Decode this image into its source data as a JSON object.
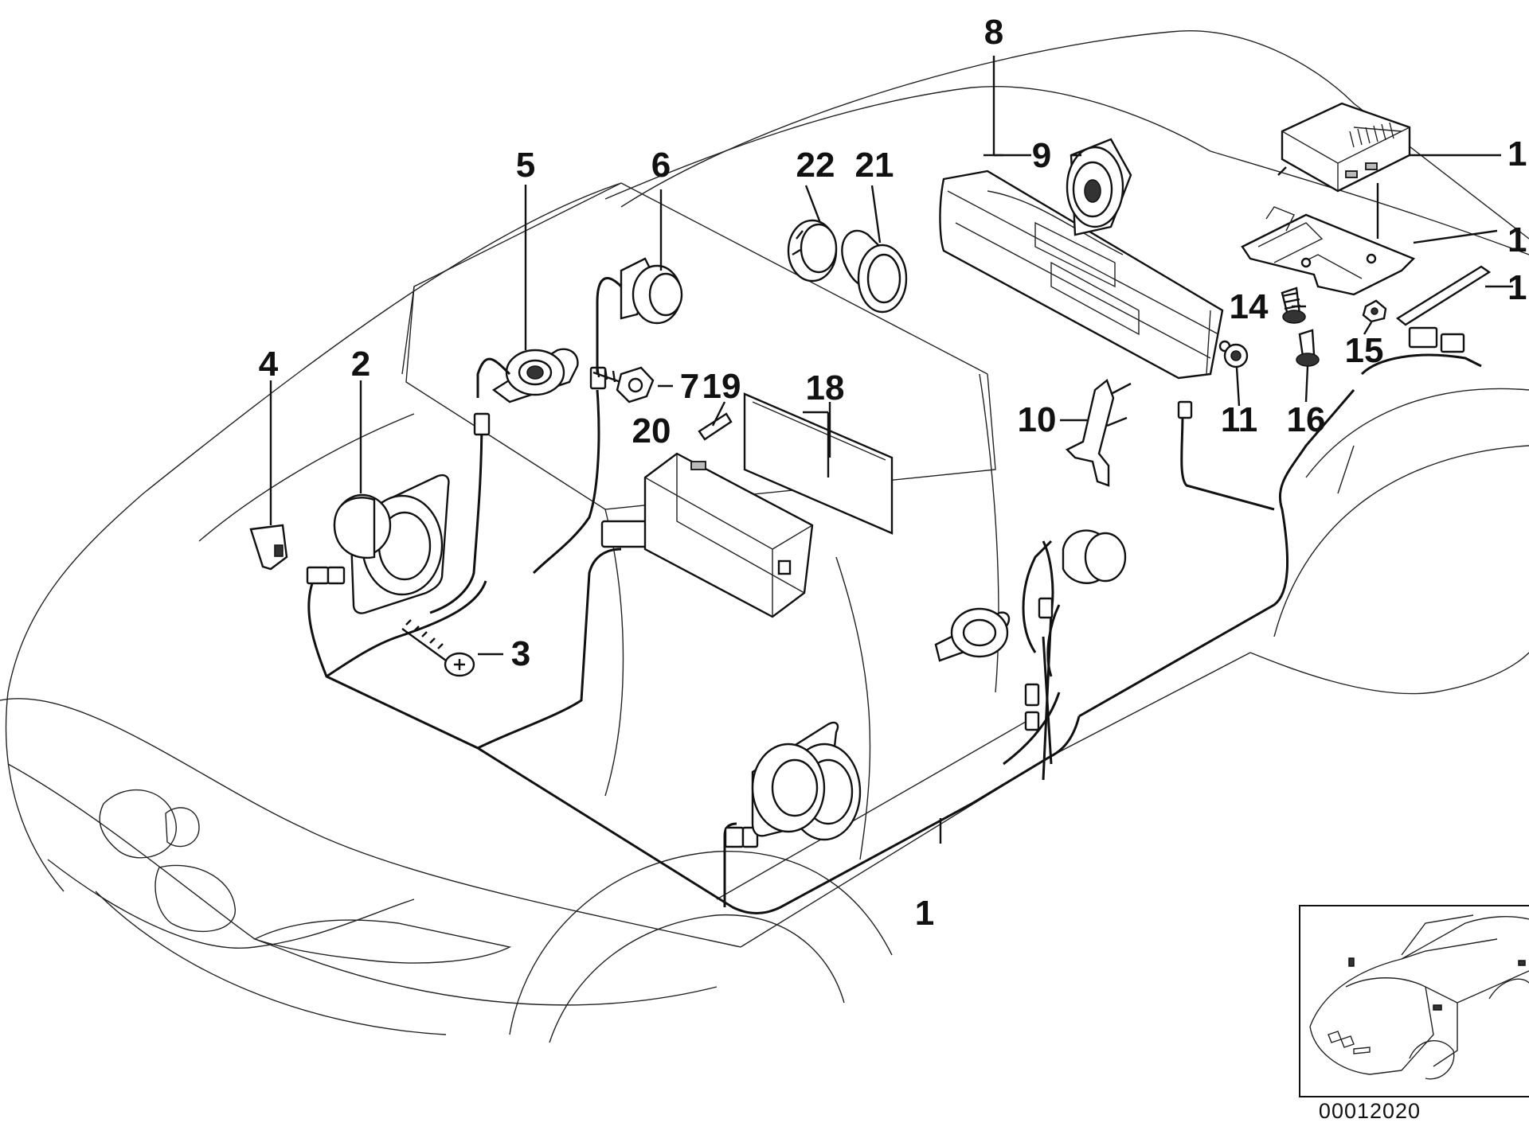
{
  "callouts": [
    "1",
    "2",
    "3",
    "4",
    "5",
    "6",
    "7",
    "8",
    "9",
    "10",
    "11",
    "14",
    "15",
    "16",
    "18",
    "19",
    "20",
    "21",
    "22",
    "1",
    "1",
    "1"
  ],
  "reference_number": "00012020",
  "colors": {
    "line": "#111111",
    "background": "#ffffff"
  }
}
